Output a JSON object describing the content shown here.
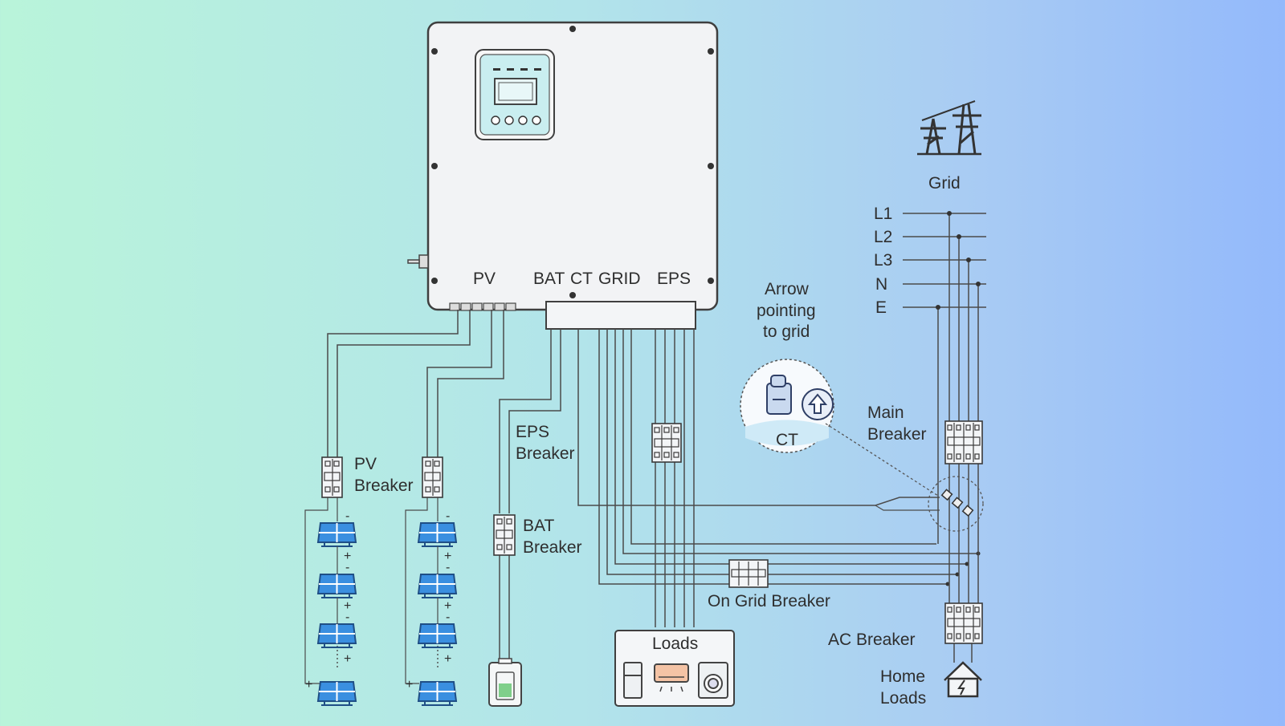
{
  "inverter": {
    "ports": {
      "pv": "PV",
      "bat": "BAT",
      "ct": "CT",
      "grid": "GRID",
      "eps": "EPS"
    }
  },
  "grid": {
    "label": "Grid",
    "lines": [
      "L1",
      "L2",
      "L3",
      "N",
      "E"
    ]
  },
  "labels": {
    "pv_breaker": [
      "PV",
      "Breaker"
    ],
    "eps_breaker": [
      "EPS",
      "Breaker"
    ],
    "bat_breaker": [
      "BAT",
      "Breaker"
    ],
    "on_grid_breaker": "On Grid Breaker",
    "main_breaker": [
      "Main",
      "Breaker"
    ],
    "ac_breaker": "AC Breaker",
    "home_loads": [
      "Home",
      "Loads"
    ],
    "loads": "Loads",
    "ct": "CT",
    "arrow_note": [
      "Arrow",
      "pointing",
      "to grid"
    ]
  },
  "panel_polarity": {
    "plus": "+",
    "minus": "-"
  },
  "colors": {
    "panel_blue": "#3a8fe0",
    "inverter_body": "#f2f3f5",
    "outline": "#3f3f3f",
    "battery_green": "#7fcf8a"
  }
}
